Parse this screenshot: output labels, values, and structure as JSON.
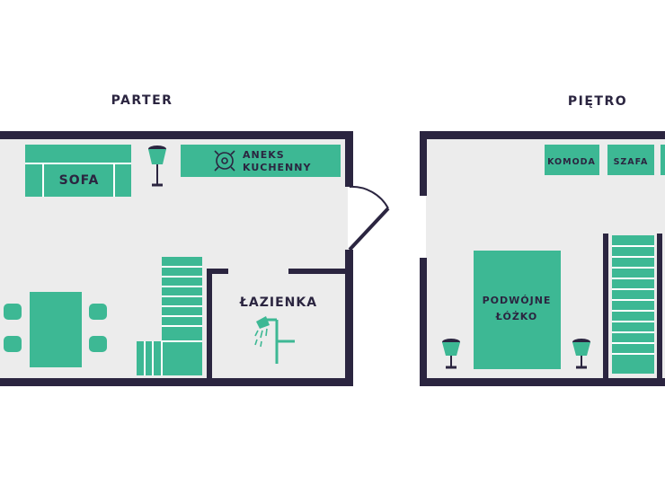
{
  "colors": {
    "wall": "#2b2540",
    "floor": "#ececec",
    "furniture": "#3db894",
    "furniture_line": "#ffffff",
    "text_dark": "#2b2540",
    "text_light": "#ffffff",
    "background": "#ffffff"
  },
  "ground_floor": {
    "title": "PARTER",
    "sofa_label": "SOFA",
    "kitchen_label_line1": "ANEKS",
    "kitchen_label_line2": "KUCHENNY",
    "bathroom_label": "ŁAZIENKA"
  },
  "upper_floor": {
    "title": "PIĘTRO",
    "dresser_label": "KOMODA",
    "wardrobe_label": "SZAFA",
    "bed_label_line1": "PODWÓJNE",
    "bed_label_line2": "ŁÓŻKO"
  },
  "icons": [
    "floor-lamp-icon",
    "stove-icon",
    "shower-icon",
    "bedside-lamp-icon"
  ]
}
